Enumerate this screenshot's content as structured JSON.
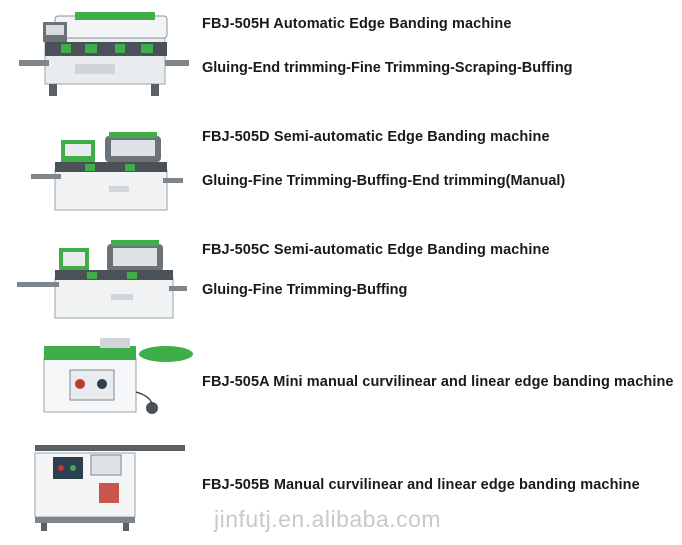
{
  "products": [
    {
      "title": "FBJ-505H Automatic Edge Banding machine",
      "process": "Gluing-End trimming-Fine Trimming-Scraping-Buffing",
      "image_icon": "automatic-edge-bander-icon"
    },
    {
      "title": "FBJ-505D Semi-automatic Edge Banding machine",
      "process": "Gluing-Fine Trimming-Buffing-End trimming(Manual)",
      "image_icon": "semi-auto-edge-bander-icon"
    },
    {
      "title": "FBJ-505C Semi-automatic Edge Banding machine",
      "process": "Gluing-Fine Trimming-Buffing",
      "image_icon": "semi-auto-edge-bander-icon"
    },
    {
      "title": "FBJ-505A Mini manual curvilinear and linear edge banding machine",
      "image_icon": "mini-manual-edge-bander-icon"
    },
    {
      "title": "FBJ-505B Manual curvilinear and linear edge banding machine",
      "image_icon": "manual-edge-bander-icon"
    }
  ],
  "watermark": "jinfutj.en.alibaba.com",
  "colors": {
    "machine_green": "#3fae49",
    "machine_body": "#e8ecef",
    "text": "#1a1a1a",
    "watermark": "#c9c9c9"
  }
}
